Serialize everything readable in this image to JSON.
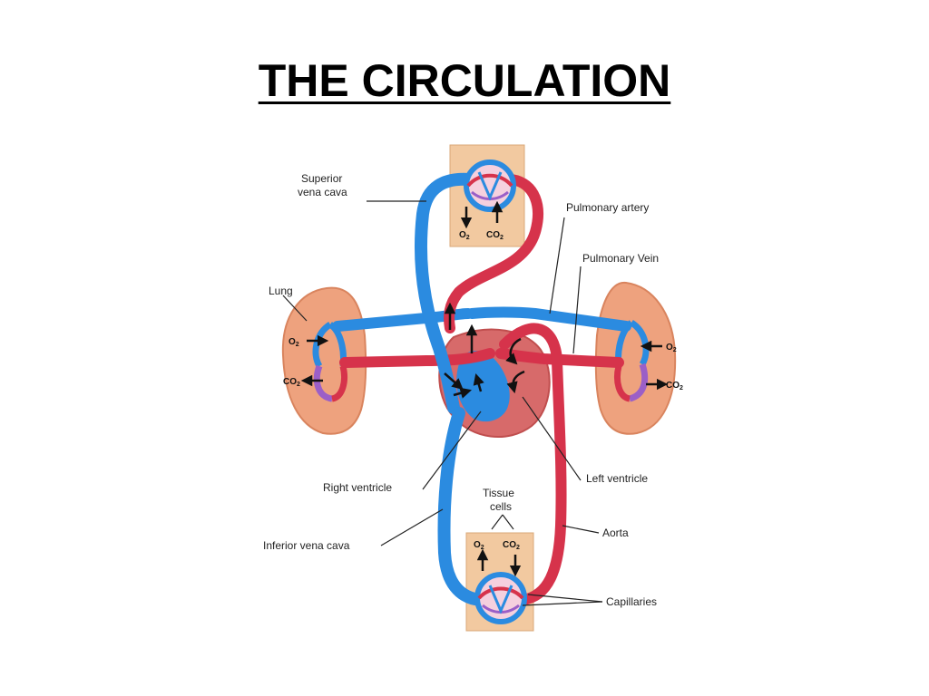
{
  "slide": {
    "title": "THE CIRCULATION"
  },
  "diagram": {
    "labels": {
      "superior_vena_cava_line1": "Superior",
      "superior_vena_cava_line2": "vena cava",
      "pulmonary_artery": "Pulmonary artery",
      "pulmonary_vein": "Pulmonary Vein",
      "lung": "Lung",
      "right_ventricle": "Right ventricle",
      "left_ventricle": "Left ventricle",
      "tissue_cells_line1": "Tissue",
      "tissue_cells_line2": "cells",
      "aorta": "Aorta",
      "inferior_vena_cava": "Inferior vena cava",
      "capillaries": "Capillaries"
    },
    "gases": {
      "o2": "O",
      "o2_sub": "2",
      "co2": "CO",
      "co2_sub": "2"
    },
    "colors": {
      "deoxygenated": "#2b8be0",
      "oxygenated": "#d6334b",
      "tissue": "#f2c9a0",
      "lung": "#eea27e",
      "heart": "#d76a6a"
    }
  }
}
